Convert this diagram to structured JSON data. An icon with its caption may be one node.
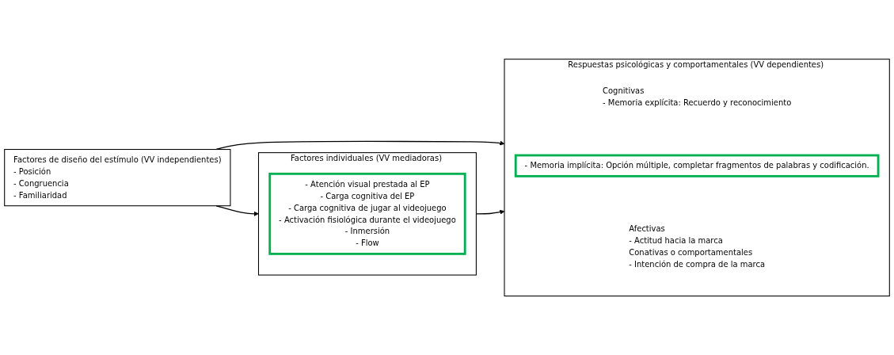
{
  "diagram": {
    "nodes": [
      {
        "text": [
          "Factores de diseño del estímulo (VV independientes)",
          "- Posición",
          "- Congruencia",
          "- Familiaridad"
        ]
      },
      {
        "text": [
          "Factores individuales (VV mediadoras)"
        ]
      },
      {
        "text": [
          "- Atención visual prestada al EP",
          "- Carga cognitiva del EP",
          "- Carga cognitiva de jugar al videojuego",
          "- Activación fisiológica durante el videojuego",
          "- Inmersión",
          "- Flow"
        ],
        "in": 1
      },
      {
        "text": [
          "Respuestas psicológicas y comportamentales (VV dependientes)",
          "Cognitivas",
          "- Memoria explícita: Recuerdo y reconocimiento",
          "Afectivas",
          "- Actitud hacia la marca",
          "Conativas o comportamentales",
          "- Intención de compra de la marca"
        ]
      },
      {
        "text": [
          "- Memoria implícita: Opción múltiple, completar fragmentos de palabras y codificación."
        ],
        "in": 3
      }
    ],
    "edges": [
      {
        "from": 0,
        "to": 3,
        "arrow": "to"
      },
      {
        "from": 0,
        "to": 1,
        "arrow": "to"
      },
      {
        "from": 1,
        "to": 3,
        "arrow": "to"
      }
    ]
  }
}
